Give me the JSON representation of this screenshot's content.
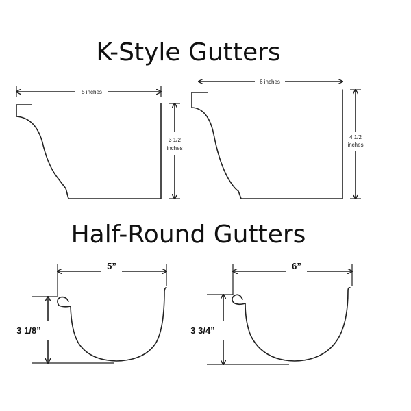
{
  "diagram": {
    "kstyle": {
      "title": "K-Style Gutters",
      "left": {
        "width": "5 inches",
        "height_line1": "3 1/2",
        "height_line2": "inches"
      },
      "right": {
        "width": "6 inches",
        "height_line1": "4 1/2",
        "height_line2": "inches"
      }
    },
    "halfround": {
      "title": "Half-Round Gutters",
      "left": {
        "width": "5”",
        "height": "3 1/8”"
      },
      "right": {
        "width": "6”",
        "height": "3 3/4”"
      }
    },
    "colors": {
      "line": "#222222",
      "text": "#111111",
      "background": "#ffffff"
    }
  }
}
